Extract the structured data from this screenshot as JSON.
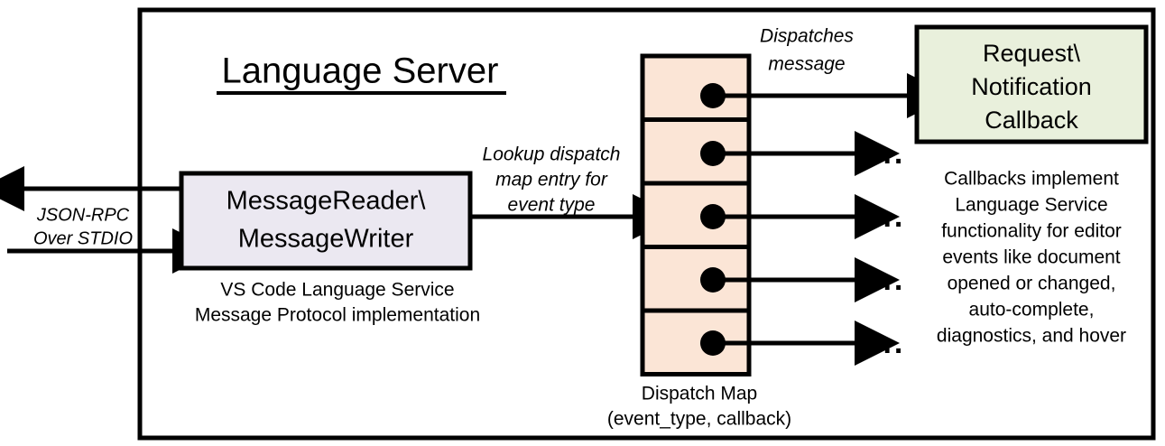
{
  "diagram": {
    "title": "Language Server",
    "outer_border_color": "#000000",
    "background": "#ffffff"
  },
  "transport": {
    "label_line1": "JSON-RPC",
    "label_line2": "Over STDIO",
    "outbound_arrow": "arrow-left-out",
    "inbound_arrow": "arrow-right-in"
  },
  "message_box": {
    "line1": "MessageReader\\",
    "line2": "MessageWriter",
    "fill": "#EBE8F1",
    "stroke": "#000000",
    "caption_line1": "VS Code Language Service",
    "caption_line2": "Message Protocol implementation"
  },
  "lookup_annotation": {
    "line1": "Lookup dispatch",
    "line2": "map entry for",
    "line3": "event type"
  },
  "dispatch_map": {
    "fill": "#FBE5D6",
    "stroke": "#000000",
    "row_count": 5,
    "rows": [
      {
        "id": "row-1",
        "dot": "callback-dot",
        "trailing": ""
      },
      {
        "id": "row-2",
        "dot": "callback-dot",
        "trailing": "..."
      },
      {
        "id": "row-3",
        "dot": "callback-dot",
        "trailing": "..."
      },
      {
        "id": "row-4",
        "dot": "callback-dot",
        "trailing": "..."
      },
      {
        "id": "row-5",
        "dot": "callback-dot",
        "trailing": "..."
      }
    ],
    "caption_line1": "Dispatch Map",
    "caption_line2": "(event_type, callback)"
  },
  "dispatch_annotation": {
    "line1": "Dispatches",
    "line2": "message"
  },
  "callback_box": {
    "line1": "Request\\",
    "line2": "Notification",
    "line3": "Callback",
    "fill": "#E9F0DC",
    "stroke": "#000000"
  },
  "callback_description": {
    "lines": [
      "Callbacks implement",
      "Language Service",
      "functionality for editor",
      "events like document",
      "opened or changed,",
      "auto-complete,",
      "diagnostics, and hover"
    ]
  }
}
